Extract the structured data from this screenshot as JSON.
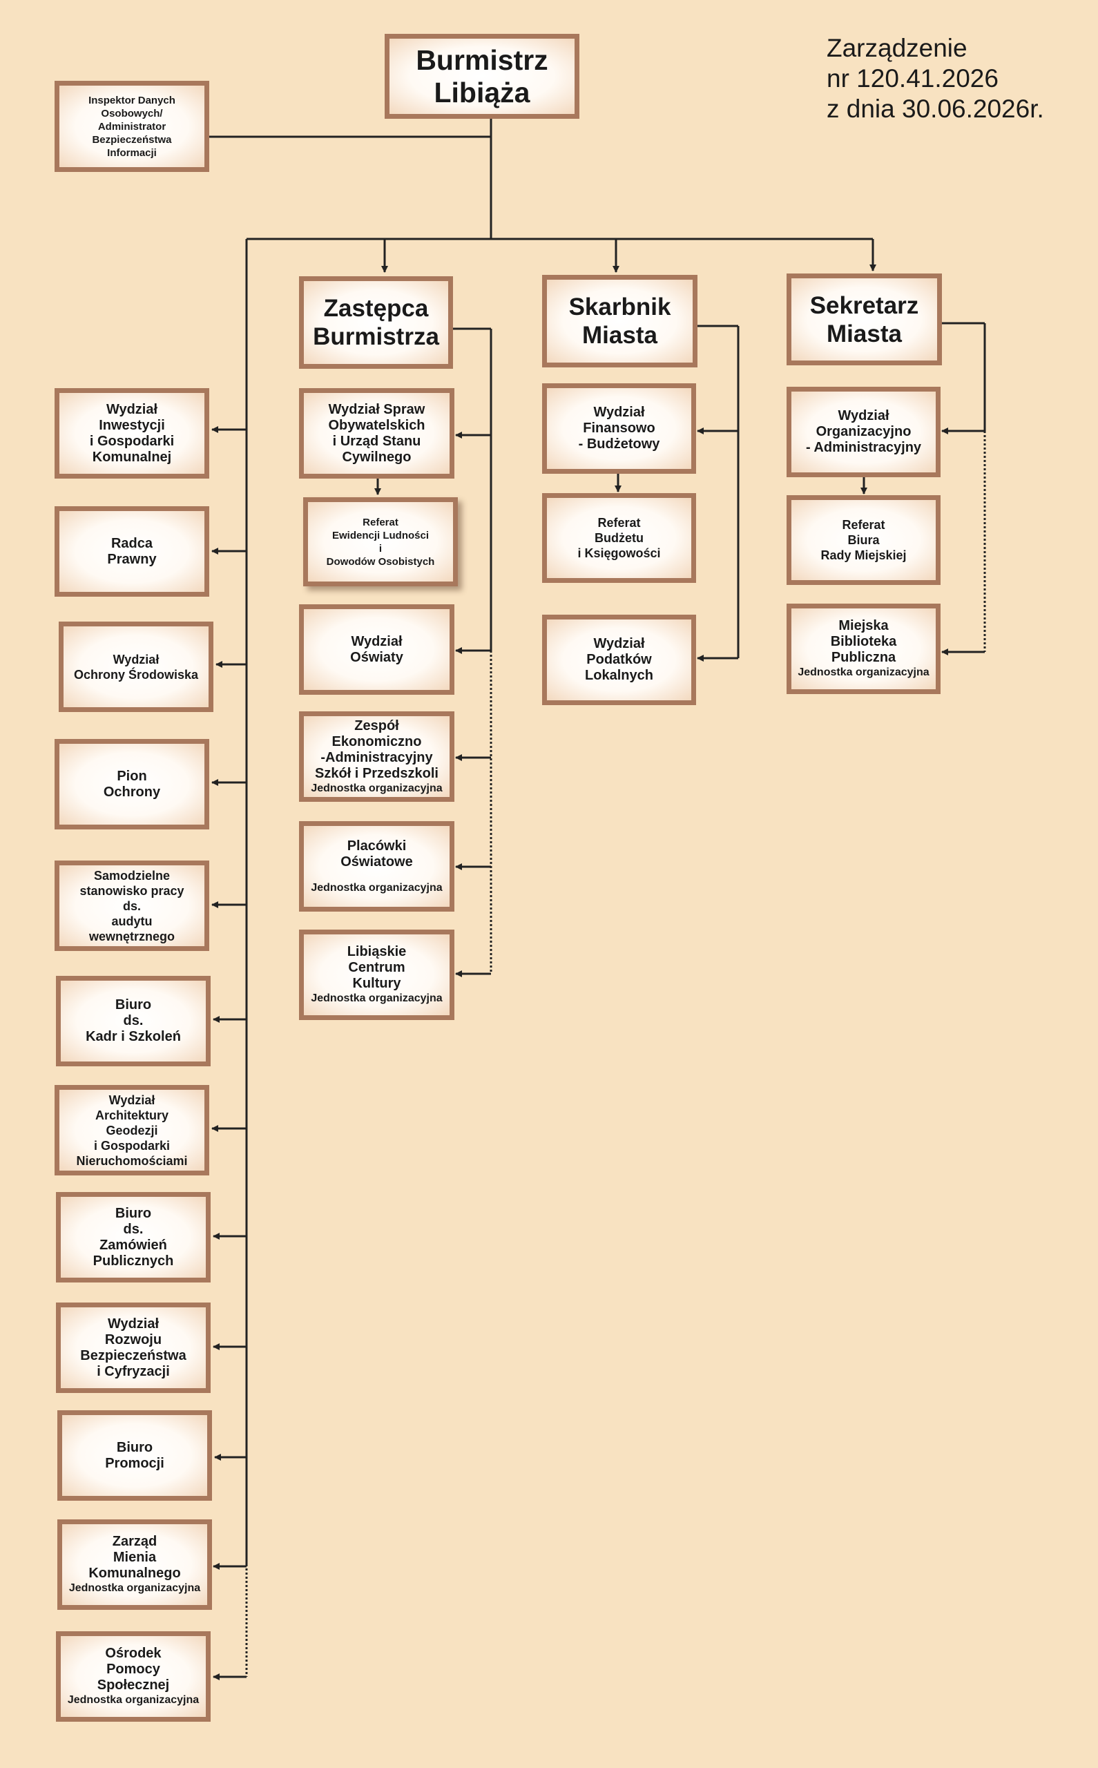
{
  "decree": "Zarządzenie\nnr 120.41.2026\nz dnia 30.06.2026r.",
  "unit_note": "Jednostka organizacyjna",
  "boxes": {
    "burmistrz": "Burmistrz\nLibiąża",
    "inspektor": "Inspektor Danych\nOsobowych/\nAdministrator\nBezpieczeństwa\nInformacji",
    "zastepca": "Zastępca\nBurmistrza",
    "skarbnik": "Skarbnik\nMiasta",
    "sekretarz": "Sekretarz\nMiasta",
    "wydz_inwestycji": "Wydział\nInwestycji\ni Gospodarki\nKomunalnej",
    "radca": "Radca\nPrawny",
    "wydz_ochrony_srod": "Wydział\nOchrony Środowiska",
    "pion_ochrony": "Pion\nOchrony",
    "audyt": "Samodzielne\nstanowisko pracy\nds.\naudytu\nwewnętrznego",
    "biuro_kadr": "Biuro\nds.\nKadr i Szkoleń",
    "wydz_architektury": "Wydział\nArchitektury\nGeodezji\ni Gospodarki\nNieruchomościami",
    "biuro_zamowien": "Biuro\nds.\nZamówień\nPublicznych",
    "wydz_rozwoju": "Wydział\nRozwoju\nBezpieczeństwa\ni Cyfryzacji",
    "biuro_promocji": "Biuro\nPromocji",
    "zarzad_mienia": "Zarząd\nMienia\nKomunalnego",
    "ops": "Ośrodek\nPomocy\nSpołecznej",
    "wydz_spraw_obyw": "Wydział Spraw\nObywatelskich\ni Urząd Stanu\nCywilnego",
    "referat_ewidencji": "Referat\nEwidencji Ludności\ni\nDowodów Osobistych",
    "wydz_oswiaty": "Wydział\nOświaty",
    "zespol_ekon": "Zespół\nEkonomiczno\n-Administracyjny\nSzkół i Przedszkoli",
    "placowki": "Placówki\nOświatowe",
    "centrum_kultury": "Libiąskie\nCentrum\nKultury",
    "wydz_finansowo": "Wydział\nFinansowo\n- Budżetowy",
    "referat_budzetu": "Referat\nBudżetu\ni Księgowości",
    "wydz_podatkow": "Wydział\nPodatków\nLokalnych",
    "wydz_organizacyjny": "Wydział\nOrganizacyjno\n- Administracyjny",
    "referat_rady": "Referat\nBiura\nRady Miejskiej",
    "biblioteka": "Miejska\nBiblioteka\nPubliczna"
  }
}
